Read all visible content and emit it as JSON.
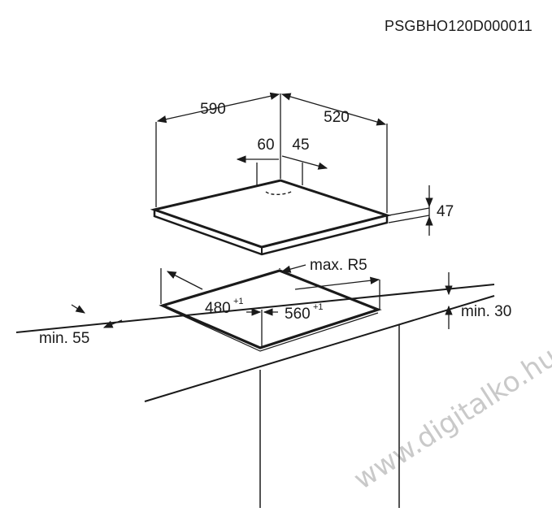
{
  "product_code": "PSGBHO120D000011",
  "hob": {
    "width": "590",
    "depth": "520",
    "offset_left": "60",
    "offset_right": "45",
    "height": "47"
  },
  "cutout": {
    "corner_radius": "max. R5",
    "depth": "480",
    "depth_tolerance": "+1",
    "width": "560",
    "width_tolerance": "+1"
  },
  "clearances": {
    "front_edge": "min. 55",
    "below_worktop": "min. 30"
  },
  "watermark": "www.digitalko.hu",
  "colors": {
    "line": "#1a1a1a",
    "watermark": "#c9c9c9"
  }
}
